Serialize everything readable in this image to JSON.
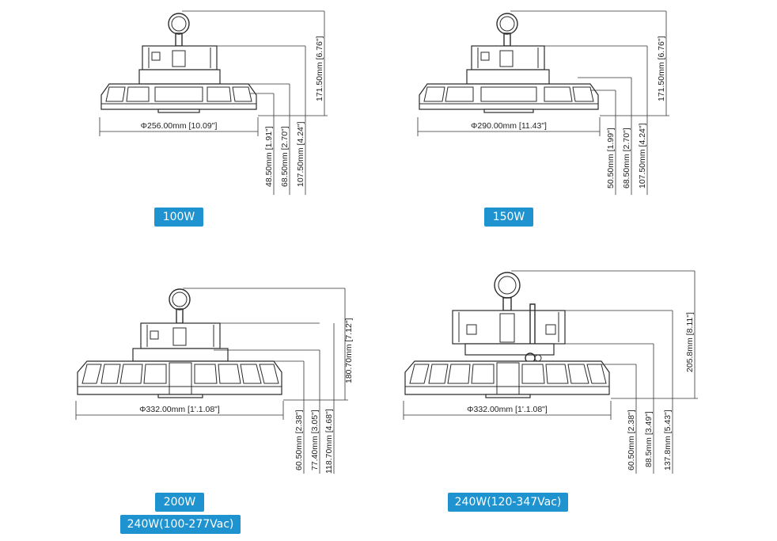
{
  "fixtures": [
    {
      "id": "100w",
      "label": "100W",
      "diameter": "Φ256.00mm [10.09\"]",
      "total_height": "171.50mm [6.76\"]",
      "heights": [
        "48.50mm [1.91\"]",
        "68.50mm [2.70\"]",
        "107.50mm [4.24\"]"
      ]
    },
    {
      "id": "150w",
      "label": "150W",
      "diameter": "Φ290.00mm [11.43\"]",
      "total_height": "171.50mm [6.76\"]",
      "heights": [
        "50.50mm [1.99\"]",
        "68.50mm [2.70\"]",
        "107.50mm [4.24\"]"
      ]
    },
    {
      "id": "200w",
      "label": "200W",
      "label2": "240W(100-277Vac)",
      "diameter": "Φ332.00mm [1'.1.08\"]",
      "total_height": "180.70mm [7.12\"]",
      "heights": [
        "60.50mm [2.38\"]",
        "77.40mm [3.05\"]",
        "118.70mm [4.68\"]"
      ]
    },
    {
      "id": "240w",
      "label": "240W(120-347Vac)",
      "diameter": "Φ332.00mm [1'.1.08\"]",
      "total_height": "205.8mm [8.11\"]",
      "heights": [
        "60.50mm [2.38\"]",
        "88.5mm [3.49\"]",
        "137.8mm [5.43\"]"
      ]
    }
  ]
}
